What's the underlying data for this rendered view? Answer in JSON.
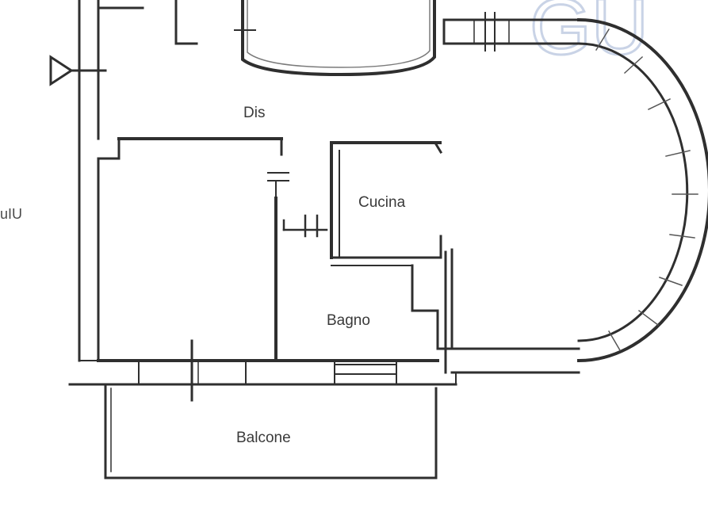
{
  "plan": {
    "rooms": {
      "hall": "Dis",
      "kitchen": "Cucina",
      "bathroom": "Bagno",
      "balcony": "Balcone"
    },
    "side_text": "uIU",
    "watermark": "GU"
  },
  "colors": {
    "wall": "#2f2f2f",
    "wall_light": "#7a7a7a",
    "watermark": "#c9d3e6",
    "background": "#ffffff"
  }
}
